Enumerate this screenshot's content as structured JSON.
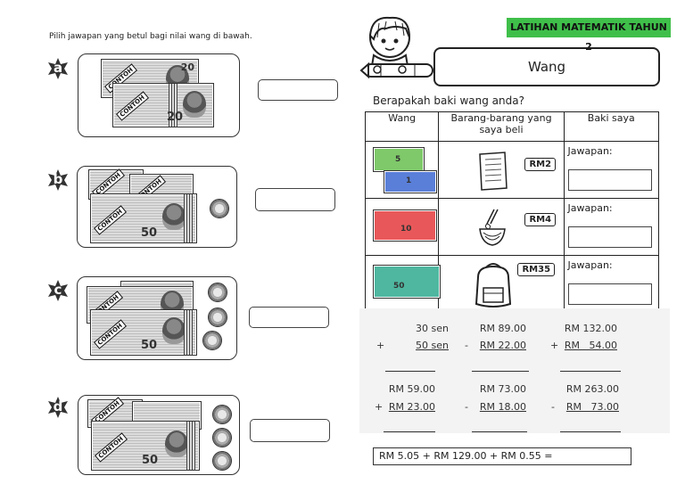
{
  "instruction": "Pilih jawapan yang betul bagi nilai wang di bawah.",
  "left_items": [
    {
      "letter": "a",
      "notes": [
        "20",
        "20"
      ],
      "stamp": "CONTOH",
      "coins": 0
    },
    {
      "letter": "b",
      "notes": [
        "50"
      ],
      "stamp": "CONTOH",
      "coins": 1
    },
    {
      "letter": "c",
      "notes": [
        "50"
      ],
      "stamp": "CONTOH",
      "coins": 3
    },
    {
      "letter": "d",
      "notes": [
        "50"
      ],
      "stamp": "CONTOH",
      "coins": 3
    }
  ],
  "header_tag": "LATIHAN MATEMATIK TAHUN 2",
  "topic_title": "Wang",
  "question": "Berapakah baki wang anda?",
  "table": {
    "headers": [
      "Wang",
      "Barang-barang yang saya beli",
      "Baki saya"
    ],
    "rows": [
      {
        "notes": [
          "5",
          "1"
        ],
        "item": "book",
        "price": "RM2",
        "answer_label": "Jawapan:"
      },
      {
        "notes": [
          "10"
        ],
        "item": "noodles",
        "price": "RM4",
        "answer_label": "Jawapan:"
      },
      {
        "notes": [
          "50"
        ],
        "item": "backpack",
        "price": "RM35",
        "answer_label": "Jawapan:"
      }
    ]
  },
  "sums": [
    {
      "op": "+",
      "top": "30 sen",
      "bottom": "50 sen"
    },
    {
      "op": "-",
      "top": "RM 89.00",
      "bottom": "RM 22.00"
    },
    {
      "op": "+",
      "top": "RM 132.00",
      "bottom": "RM   54.00"
    },
    {
      "op": "+",
      "top": "RM 59.00",
      "bottom": "RM 23.00"
    },
    {
      "op": "-",
      "top": "RM 73.00",
      "bottom": "RM 18.00"
    },
    {
      "op": "-",
      "top": "RM 263.00",
      "bottom": "RM   73.00"
    }
  ],
  "equation": "RM 5.05 + RM 129.00 + RM 0.55 =",
  "colors": {
    "header_tag": "#3fbf4a",
    "note_5": "#7fc96a",
    "note_1": "#5a7fd8",
    "note_10": "#e8585a",
    "note_50": "#4fb7a0"
  }
}
